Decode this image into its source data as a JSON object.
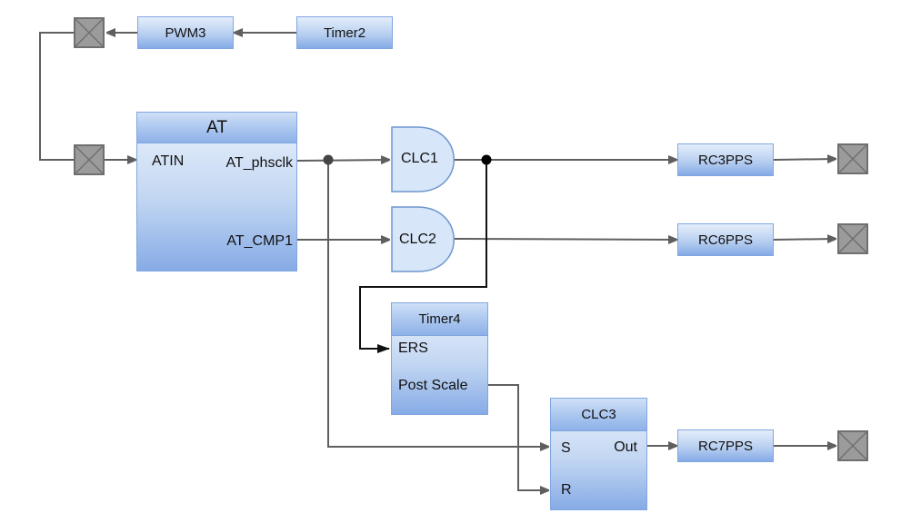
{
  "diagram": {
    "blocks": {
      "timer2": "Timer2",
      "pwm3": "PWM3",
      "rc3pps": "RC3PPS",
      "rc6pps": "RC6PPS",
      "rc7pps": "RC7PPS"
    },
    "at": {
      "title": "AT",
      "ports": {
        "atin": "ATIN",
        "at_phsclk": "AT_phsclk",
        "at_cmp1": "AT_CMP1"
      }
    },
    "gates": {
      "clc1": "CLC1",
      "clc2": "CLC2"
    },
    "timer4": {
      "title": "Timer4",
      "ports": {
        "ers": "ERS",
        "post_scale": "Post Scale"
      }
    },
    "clc3": {
      "title": "CLC3",
      "ports": {
        "s": "S",
        "r": "R",
        "out": "Out"
      }
    },
    "terminals": [
      "pin-pwm3-out",
      "pin-atin-in",
      "pin-rc3",
      "pin-rc6",
      "pin-rc7"
    ],
    "colors": {
      "wire": "#5f5f5f",
      "wire_dark": "#111111",
      "block_border": "#7fa6e0",
      "gate_fill": "#d7e6f8",
      "terminal_fill": "#9b9b9b"
    }
  }
}
